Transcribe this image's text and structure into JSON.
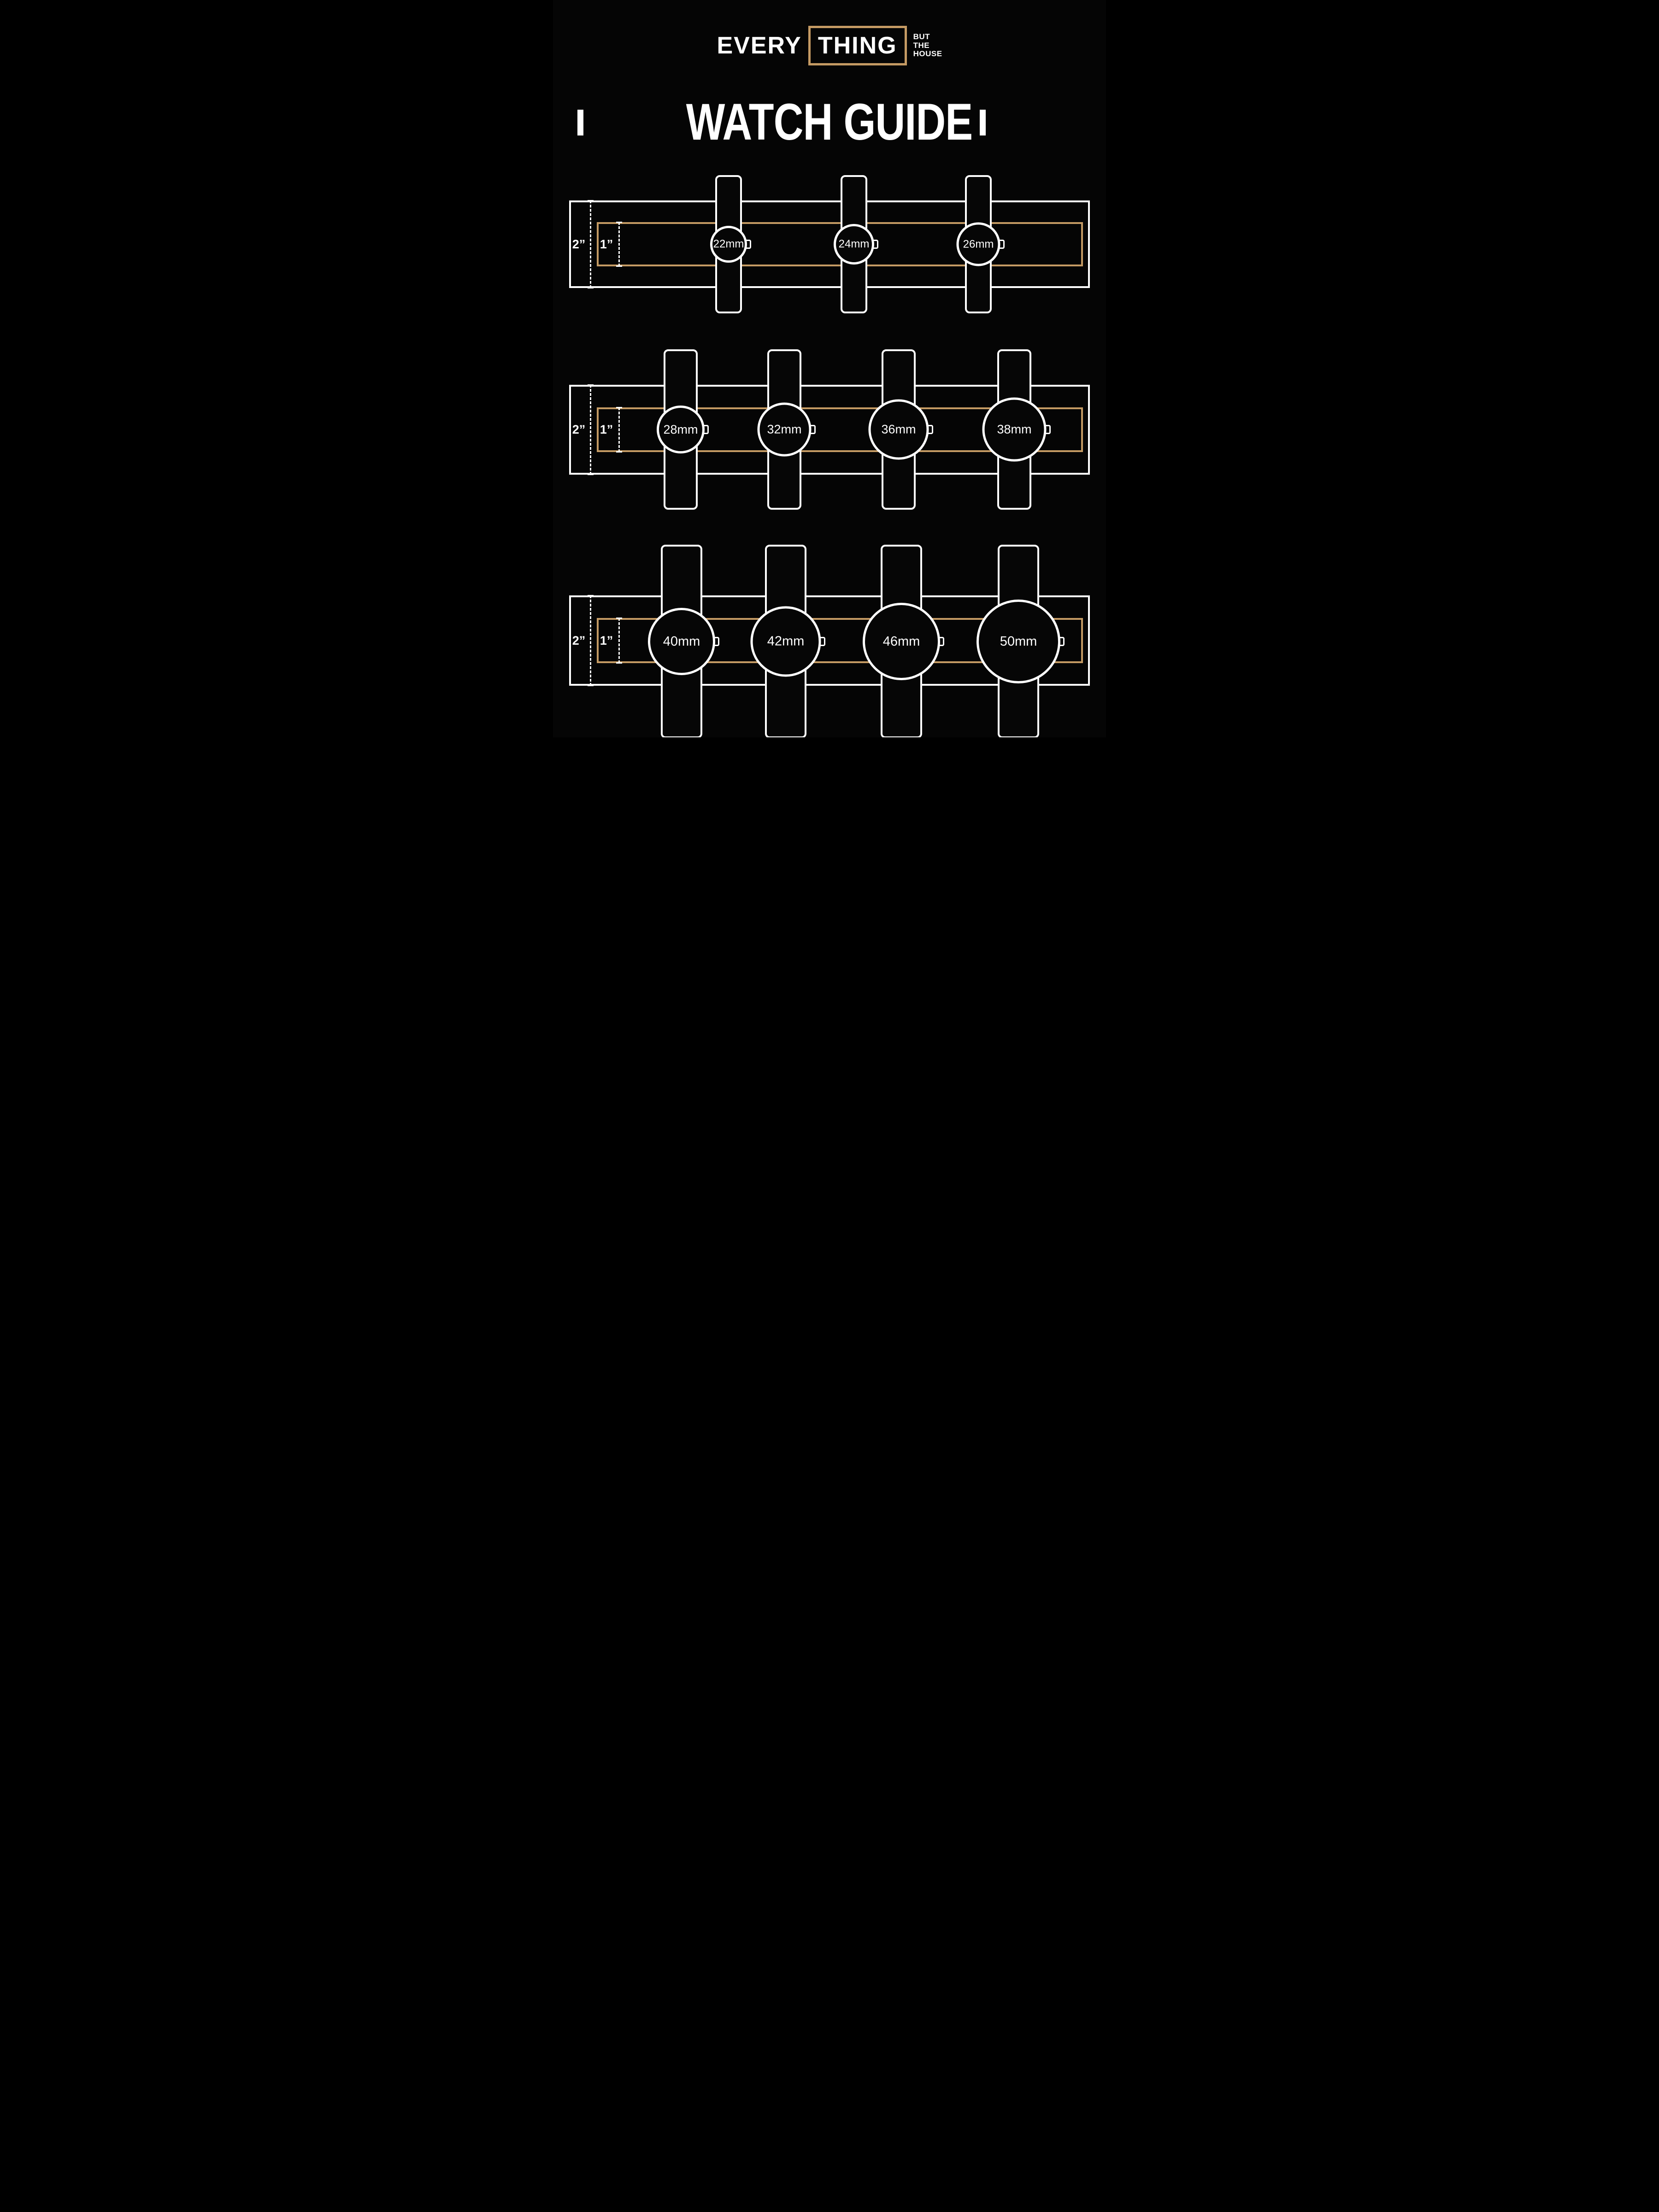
{
  "brand": {
    "word_left": "EVERY",
    "word_boxed": "THING",
    "tagline": [
      "BUT",
      "THE",
      "HOUSE"
    ]
  },
  "title": "WATCH GUIDE",
  "dimension_labels": {
    "outer": "2”",
    "inner": "1”"
  },
  "colors": {
    "background": "#050505",
    "foreground": "#ffffff",
    "accent_gold": "#c49a63"
  },
  "rows": [
    {
      "name": "small-watches",
      "watches": [
        {
          "label": "22mm"
        },
        {
          "label": "24mm"
        },
        {
          "label": "26mm"
        }
      ]
    },
    {
      "name": "medium-watches",
      "watches": [
        {
          "label": "28mm"
        },
        {
          "label": "32mm"
        },
        {
          "label": "36mm"
        },
        {
          "label": "38mm"
        }
      ]
    },
    {
      "name": "large-watches",
      "watches": [
        {
          "label": "40mm"
        },
        {
          "label": "42mm"
        },
        {
          "label": "46mm"
        },
        {
          "label": "50mm"
        }
      ]
    }
  ]
}
